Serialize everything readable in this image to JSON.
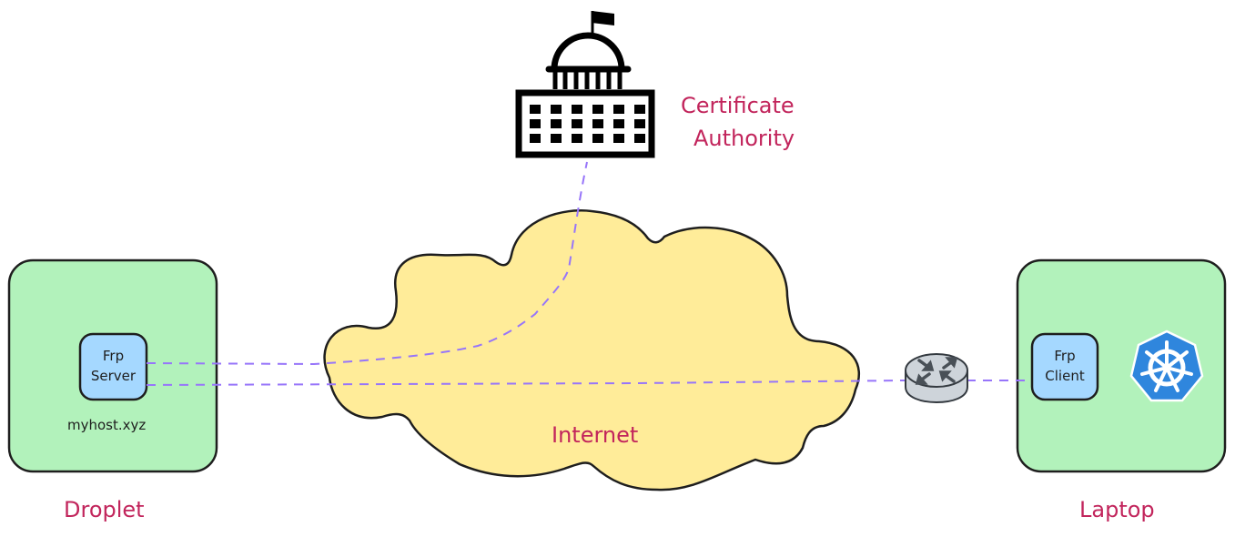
{
  "diagram": {
    "colors": {
      "label": "#c2255c",
      "node_fill": "#b2f2bb",
      "service_fill": "#a5d8ff",
      "cloud_fill": "#ffec99",
      "connector": "#9775fa",
      "stroke": "#1e1e1e",
      "k8s_blue": "#2f86dd",
      "router_fill": "#ced4da"
    },
    "certificate_authority": {
      "icon": "government-building-icon",
      "label_line1": "Certificate",
      "label_line2": "Authority"
    },
    "cloud": {
      "icon": "cloud-shape",
      "label": "Internet"
    },
    "droplet": {
      "label": "Droplet",
      "host": "myhost.xyz",
      "service": {
        "line1": "Frp",
        "line2": "Server"
      }
    },
    "laptop": {
      "label": "Laptop",
      "service": {
        "line1": "Frp",
        "line2": "Client"
      },
      "k8s_icon": "kubernetes-icon"
    },
    "router": {
      "icon": "router-icon"
    },
    "connections": [
      {
        "from": "frp-server",
        "to": "certificate-authority",
        "style": "dashed"
      },
      {
        "from": "frp-server",
        "to": "router",
        "style": "dashed"
      },
      {
        "from": "router",
        "to": "frp-client",
        "style": "dashed"
      }
    ]
  }
}
